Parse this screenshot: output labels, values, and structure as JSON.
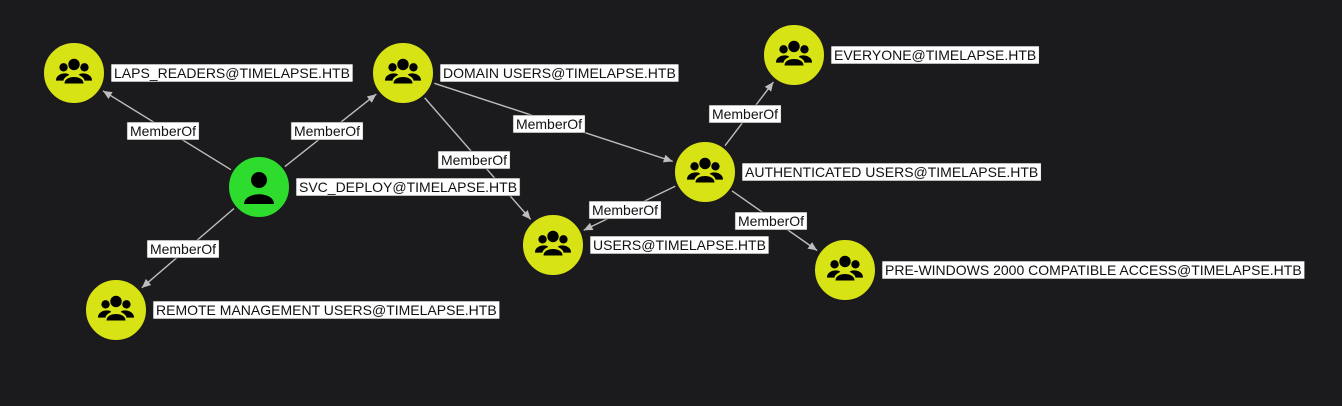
{
  "colors": {
    "background": "#1b1b1d",
    "group_node": "#d7e314",
    "user_node": "#2edc2e",
    "icon": "#000000",
    "edge": "#bdbdbd",
    "label_bg": "#ffffff"
  },
  "nodes": [
    {
      "id": "laps",
      "label": "LAPS_READERS@TIMELAPSE.HTB",
      "kind": "group",
      "icon": "group-icon"
    },
    {
      "id": "domainusers",
      "label": "DOMAIN USERS@TIMELAPSE.HTB",
      "kind": "group",
      "icon": "group-icon"
    },
    {
      "id": "everyone",
      "label": "EVERYONE@TIMELAPSE.HTB",
      "kind": "group",
      "icon": "group-icon"
    },
    {
      "id": "svc",
      "label": "SVC_DEPLOY@TIMELAPSE.HTB",
      "kind": "user",
      "icon": "user-icon"
    },
    {
      "id": "authusers",
      "label": "AUTHENTICATED USERS@TIMELAPSE.HTB",
      "kind": "group",
      "icon": "group-icon"
    },
    {
      "id": "users",
      "label": "USERS@TIMELAPSE.HTB",
      "kind": "group",
      "icon": "group-icon"
    },
    {
      "id": "prewin",
      "label": "PRE-WINDOWS 2000 COMPATIBLE ACCESS@TIMELAPSE.HTB",
      "kind": "group",
      "icon": "group-icon"
    },
    {
      "id": "remotemgmt",
      "label": "REMOTE MANAGEMENT USERS@TIMELAPSE.HTB",
      "kind": "group",
      "icon": "group-icon"
    }
  ],
  "edges": [
    {
      "id": "e1",
      "from": "svc",
      "to": "laps",
      "label": "MemberOf"
    },
    {
      "id": "e2",
      "from": "svc",
      "to": "domainusers",
      "label": "MemberOf"
    },
    {
      "id": "e3",
      "from": "svc",
      "to": "remotemgmt",
      "label": "MemberOf"
    },
    {
      "id": "e4",
      "from": "domainusers",
      "to": "users",
      "label": "MemberOf"
    },
    {
      "id": "e5",
      "from": "domainusers",
      "to": "authusers",
      "label": "MemberOf"
    },
    {
      "id": "e6",
      "from": "authusers",
      "to": "everyone",
      "label": "MemberOf"
    },
    {
      "id": "e7",
      "from": "authusers",
      "to": "users",
      "label": "MemberOf"
    },
    {
      "id": "e8",
      "from": "authusers",
      "to": "prewin",
      "label": "MemberOf"
    }
  ]
}
